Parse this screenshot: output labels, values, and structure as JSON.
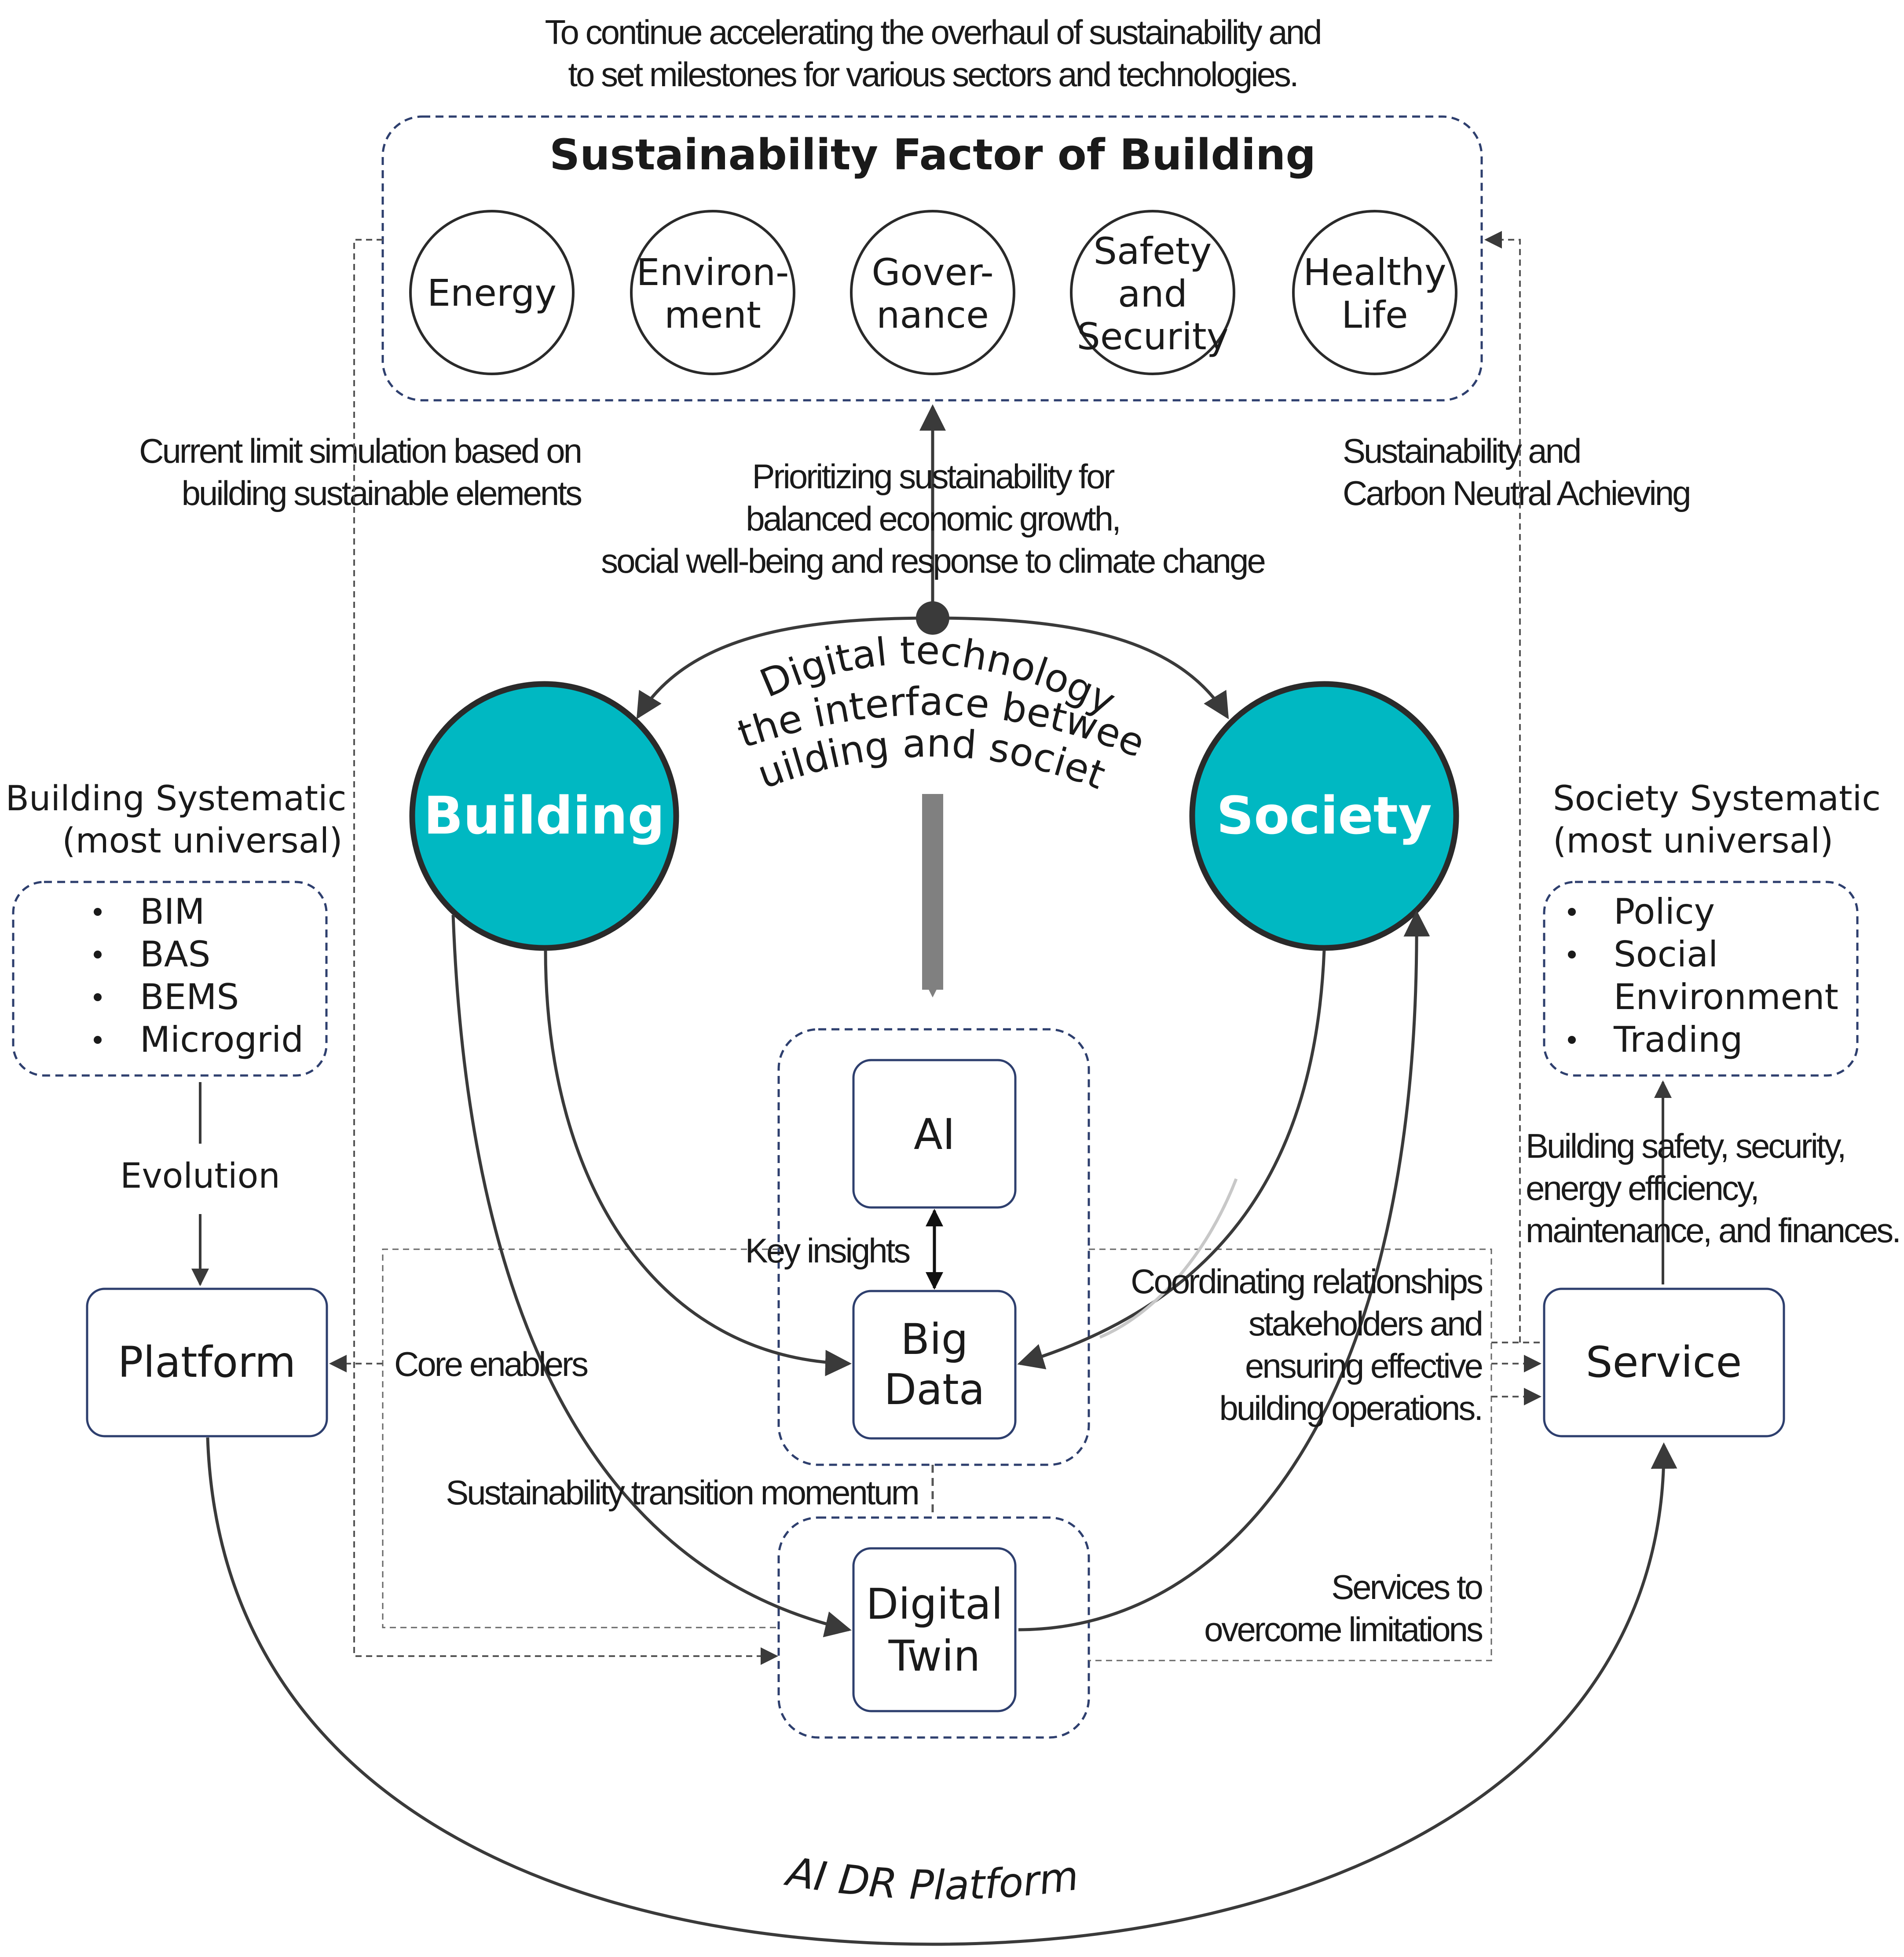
{
  "top_note": {
    "line1": "To continue accelerating the overhaul of sustainability and",
    "line2": "to set milestones for various sectors and technologies."
  },
  "factor_panel": {
    "title": "Sustainability Factor of Building",
    "factors": [
      {
        "line1": "Energy",
        "line2": "",
        "line3": ""
      },
      {
        "line1": "Environ-",
        "line2": "ment",
        "line3": ""
      },
      {
        "line1": "Gover-",
        "line2": "nance",
        "line3": ""
      },
      {
        "line1": "Safety",
        "line2": "and",
        "line3": "Security"
      },
      {
        "line1": "Healthy",
        "line2": "Life",
        "line3": ""
      }
    ]
  },
  "left_note": {
    "line1": "Current limit simulation based on",
    "line2": "building sustainable elements"
  },
  "right_note": {
    "line1": "Sustainability and",
    "line2": "Carbon Neutral Achieving"
  },
  "center_note": {
    "line1": "Prioritizing sustainability for",
    "line2": "balanced economic growth,",
    "line3": "social well-being and response to climate change"
  },
  "arc_text": {
    "line1": "Digital technology",
    "line2": "to the interface between",
    "line3": "building and society"
  },
  "building": {
    "label": "Building",
    "color": "#00b8c2"
  },
  "society": {
    "label": "Society",
    "color": "#00b8c2"
  },
  "building_systematic": {
    "title1": "Building Systematic",
    "title2": "(most universal)",
    "items": [
      "BIM",
      "BAS",
      "BEMS",
      "Microgrid"
    ]
  },
  "society_systematic": {
    "title1": "Society Systematic",
    "title2": "(most universal)",
    "items": [
      {
        "line1": "Policy",
        "line2": ""
      },
      {
        "line1": "Social",
        "line2": "Environment"
      },
      {
        "line1": "Trading",
        "line2": ""
      }
    ]
  },
  "evolution": "Evolution",
  "platform": "Platform",
  "service": "Service",
  "ai": "AI",
  "big_data": {
    "line1": "Big",
    "line2": "Data"
  },
  "digital_twin": {
    "line1": "Digital",
    "line2": "Twin"
  },
  "key_insights": "Key insights",
  "core_enablers": "Core enablers",
  "momentum": "Sustainability transition momentum",
  "service_note": {
    "line1": "Building safety, security,",
    "line2": "energy efficiency,",
    "line3": "maintenance, and finances."
  },
  "coordinating": {
    "line1": "Coordinating relationships",
    "line2": "stakeholders and",
    "line3": "ensuring effective",
    "line4": "building operations."
  },
  "services_overcome": {
    "line1": "Services to",
    "line2": "overcome limitations"
  },
  "ai_dr_platform": "AI DR Platform"
}
